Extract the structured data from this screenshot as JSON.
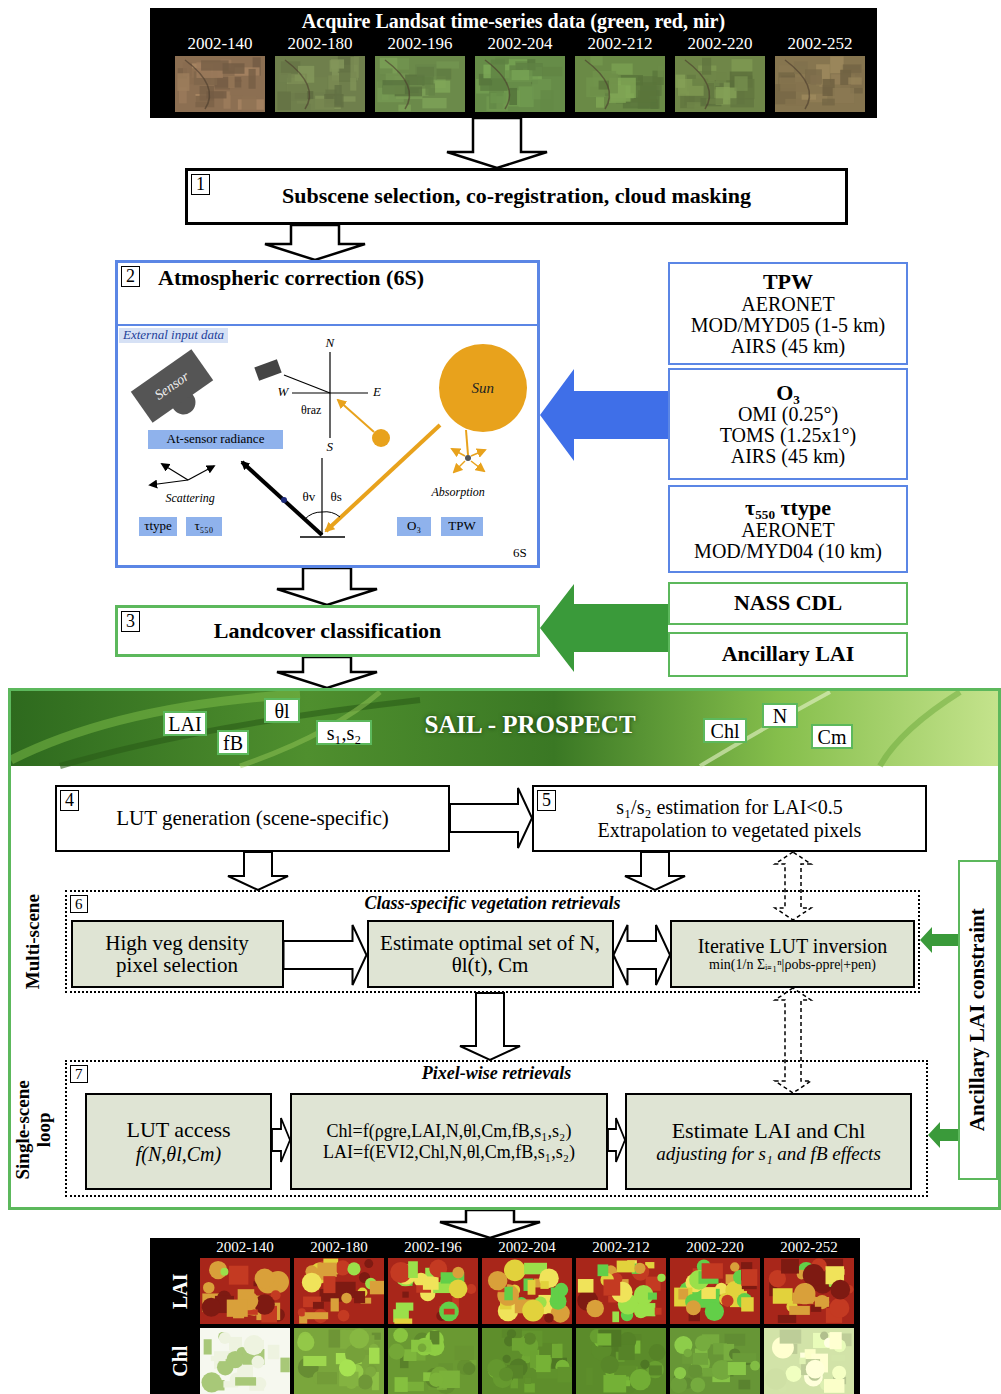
{
  "diagram": {
    "nodes": [
      {
        "text": [
          "Acquire Landsat time-series data (green, red, nir)"
        ]
      },
      {
        "text": [
          "1",
          "Subscene selection, co-registration, cloud masking"
        ]
      },
      {
        "text": [
          "2",
          "Atmospheric correction (6S)"
        ]
      },
      {
        "text": [
          "At-sensor radiance"
        ],
        "in": 2
      },
      {
        "text": [
          "τtype"
        ],
        "in": 2
      },
      {
        "text": [
          "τ₅₅₀"
        ],
        "in": 2
      },
      {
        "text": [
          "O₃"
        ],
        "in": 2
      },
      {
        "text": [
          "TPW"
        ],
        "in": 2
      },
      {
        "text": [
          "TPW",
          "AERONET",
          "MOD/MYD05 (1-5 km)",
          "AIRS (45 km)"
        ]
      },
      {
        "text": [
          "O₃",
          "OMI (0.25°)",
          "TOMS (1.25x1°)",
          "AIRS (45 km)"
        ]
      },
      {
        "text": [
          "τ₅₅₀ τtype",
          "AERONET",
          "MOD/MYD04 (10 km)"
        ]
      },
      {
        "text": [
          "3",
          "Landcover classification"
        ]
      },
      {
        "text": [
          "NASS CDL"
        ]
      },
      {
        "text": [
          "Ancillary LAI"
        ]
      },
      {
        "text": [
          "SAIL - PROSPECT"
        ]
      },
      {
        "text": [
          "LAI"
        ],
        "in": 14
      },
      {
        "text": [
          "fB"
        ],
        "in": 14
      },
      {
        "text": [
          "θl"
        ],
        "in": 14
      },
      {
        "text": [
          "s₁,s₂"
        ],
        "in": 14
      },
      {
        "text": [
          "Chl"
        ],
        "in": 14
      },
      {
        "text": [
          "N"
        ],
        "in": 14
      },
      {
        "text": [
          "Cm"
        ],
        "in": 14
      },
      {
        "text": [
          "4",
          "LUT generation (scene-specific)"
        ],
        "in": 14
      },
      {
        "text": [
          "5",
          "s₁/s₂ estimation for LAI<0.5",
          "Extrapolation to vegetated pixels"
        ],
        "in": 14
      },
      {
        "text": [
          "6",
          "Class-specific vegetation retrievals",
          "Multi-scene"
        ],
        "in": 14
      },
      {
        "text": [
          "High veg density pixel selection"
        ],
        "in": 24
      },
      {
        "text": [
          "Estimate optimal set of N, θl(t), Cm"
        ],
        "in": 24
      },
      {
        "text": [
          "Iterative LUT inversion",
          "min(1/n Σᵢ₌₁ⁿ|ρobs-ρpre|+pen)"
        ],
        "in": 24
      },
      {
        "text": [
          "7",
          "Pixel-wise retrievals",
          "Single-scene loop"
        ],
        "in": 14
      },
      {
        "text": [
          "LUT access",
          "f(N,θl,Cm)"
        ],
        "in": 28
      },
      {
        "text": [
          "Chl=f(ρgre,LAI,N,θl,Cm,fB,s₁,s₂)",
          "LAI=f(EVI2,Chl,N,θl,Cm,fB,s₁,s₂)"
        ],
        "in": 28
      },
      {
        "text": [
          "Estimate LAI and Chl",
          "adjusting for s₁ and fB effects"
        ],
        "in": 28
      },
      {
        "text": [
          "Ancillary LAI constraint"
        ],
        "in": 14
      },
      {
        "text": [
          "LAI",
          "Chl"
        ]
      }
    ],
    "edges": [
      {
        "from": 0,
        "to": 1,
        "arrow": "to"
      },
      {
        "from": 1,
        "to": 2,
        "arrow": "to"
      },
      {
        "from": 9,
        "to": 2,
        "arrow": "to"
      },
      {
        "from": 2,
        "to": 11,
        "arrow": "to"
      },
      {
        "from": 12,
        "to": 11,
        "arrow": "to"
      },
      {
        "from": 11,
        "to": 14,
        "arrow": "to"
      },
      {
        "from": 22,
        "to": 23,
        "arrow": "to"
      },
      {
        "from": 22,
        "to": 24,
        "arrow": "to"
      },
      {
        "from": 23,
        "to": 24,
        "arrow": "to"
      },
      {
        "from": 23,
        "to": 27,
        "arrow": "both"
      },
      {
        "from": 25,
        "to": 26,
        "arrow": "to"
      },
      {
        "from": 26,
        "to": 27,
        "arrow": "both"
      },
      {
        "from": 24,
        "to": 28,
        "arrow": "to"
      },
      {
        "from": 27,
        "to": 31,
        "arrow": "both"
      },
      {
        "from": 29,
        "to": 30,
        "arrow": "to"
      },
      {
        "from": 30,
        "to": 31,
        "arrow": "to"
      },
      {
        "from": 32,
        "to": 24,
        "arrow": "to"
      },
      {
        "from": 32,
        "to": 28,
        "arrow": "to"
      },
      {
        "from": 14,
        "to": 33,
        "arrow": "to"
      }
    ],
    "labels": [
      "2002-140",
      "2002-180",
      "2002-196",
      "2002-204",
      "2002-212",
      "2002-220",
      "2002-252",
      "External input data",
      "N",
      "W",
      "E",
      "S",
      "θraz",
      "Sensor",
      "Sun",
      "Scattering",
      "Absorption",
      "θv",
      "θs",
      "6S",
      "2002-140",
      "2002-180",
      "2002-196",
      "2002-204",
      "2002-212",
      "2002-220",
      "2002-252"
    ]
  }
}
